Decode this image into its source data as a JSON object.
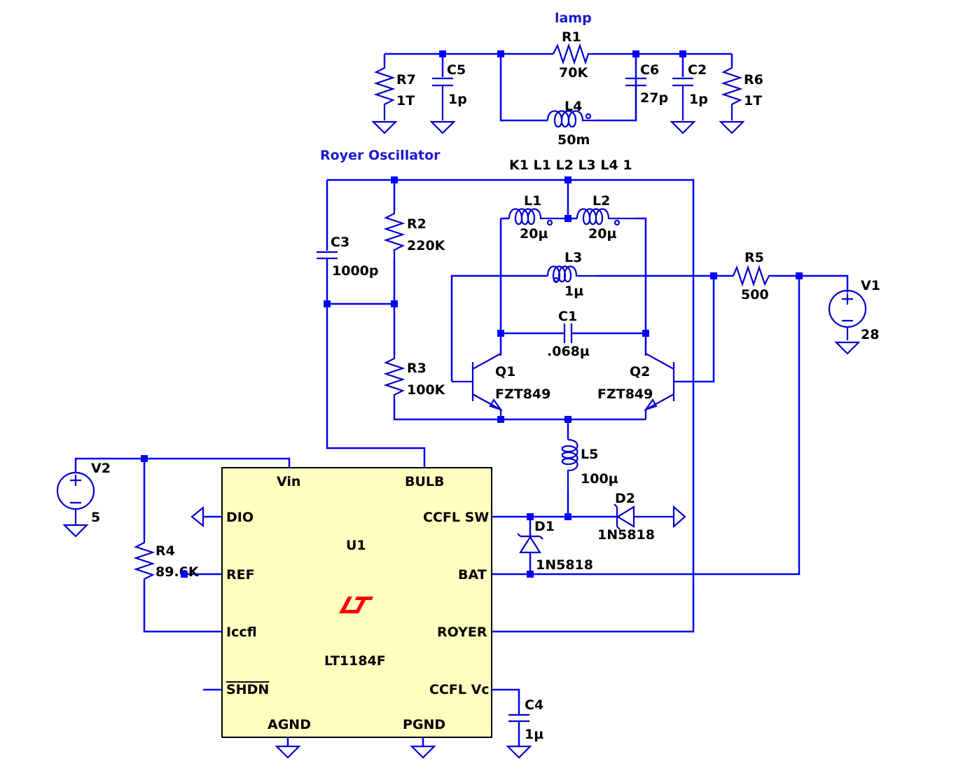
{
  "labels": {
    "lamp": "lamp",
    "royer": "Royer Oscillator",
    "coupling": "K1 L1 L2 L3 L4 1"
  },
  "components": {
    "R1": {
      "ref": "R1",
      "value": "70K"
    },
    "R2": {
      "ref": "R2",
      "value": "220K"
    },
    "R3": {
      "ref": "R3",
      "value": "100K"
    },
    "R4": {
      "ref": "R4",
      "value": "89.6K"
    },
    "R5": {
      "ref": "R5",
      "value": "500"
    },
    "R6": {
      "ref": "R6",
      "value": "1T"
    },
    "R7": {
      "ref": "R7",
      "value": "1T"
    },
    "C1": {
      "ref": "C1",
      "value": ".068µ"
    },
    "C2": {
      "ref": "C2",
      "value": "1p"
    },
    "C3": {
      "ref": "C3",
      "value": "1000p"
    },
    "C4": {
      "ref": "C4",
      "value": "1µ"
    },
    "C5": {
      "ref": "C5",
      "value": "1p"
    },
    "C6": {
      "ref": "C6",
      "value": "27p"
    },
    "L1": {
      "ref": "L1",
      "value": "20µ"
    },
    "L2": {
      "ref": "L2",
      "value": "20µ"
    },
    "L3": {
      "ref": "L3",
      "value": "1µ"
    },
    "L4": {
      "ref": "L4",
      "value": "50m"
    },
    "L5": {
      "ref": "L5",
      "value": "100µ"
    },
    "Q1": {
      "ref": "Q1",
      "value": "FZT849"
    },
    "Q2": {
      "ref": "Q2",
      "value": "FZT849"
    },
    "D1": {
      "ref": "D1",
      "value": "1N5818"
    },
    "D2": {
      "ref": "D2",
      "value": "1N5818"
    },
    "V1": {
      "ref": "V1",
      "value": "28"
    },
    "V2": {
      "ref": "V2",
      "value": "5"
    }
  },
  "ic": {
    "ref": "U1",
    "part": "LT1184F",
    "pins": {
      "vin": "Vin",
      "bulb": "BULB",
      "dio": "DIO",
      "ccfl_sw": "CCFL SW",
      "ref": "REF",
      "bat": "BAT",
      "iccfl": "Iccfl",
      "royer": "ROYER",
      "shdn": "SHDN",
      "ccfl_vc": "CCFL Vc",
      "agnd": "AGND",
      "pgnd": "PGND"
    },
    "fill_color": "#ffffc0",
    "logo_color": "#ff0000"
  },
  "colors": {
    "wire": "#0000ff",
    "label_text": "#1a1acc",
    "symbol": "#0000cc"
  }
}
